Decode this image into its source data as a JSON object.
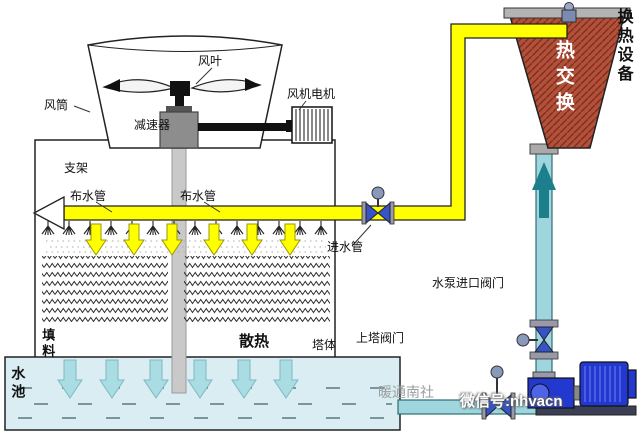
{
  "diagram": {
    "labels": {
      "fan_blade": "风叶",
      "fan_cowl": "风筒",
      "fan_motor": "风机电机",
      "gear_reducer": "减速器",
      "support_frame": "支架",
      "water_dist_pipe_left": "布水管",
      "water_dist_pipe_right": "布水管",
      "inlet_pipe": "进水管",
      "fill_material": "填料",
      "heat_dissipation": "散热",
      "tower_body": "塔体",
      "to_tower_valve": "上塔阀门",
      "pump_inlet_valve": "水泵进口阀门",
      "water_pool": "水池",
      "heat_exchange": "热交换",
      "heat_exchange_equipment": "换热设备"
    },
    "watermarks": {
      "publisher": "暖通南社",
      "wechat": "微信号:nhvacn"
    },
    "colors": {
      "hot_water_pipe": "#ffff00",
      "cool_water_pipe": "#9fd6dd",
      "cool_arrow": "#a9dde3",
      "flow_arrow_dark": "#1d7f8b",
      "heat_exchanger_body": "#b2503a",
      "pool_water": "#d9edf2",
      "pump_motor": "#2338cf",
      "valve": "#3753c8"
    }
  }
}
